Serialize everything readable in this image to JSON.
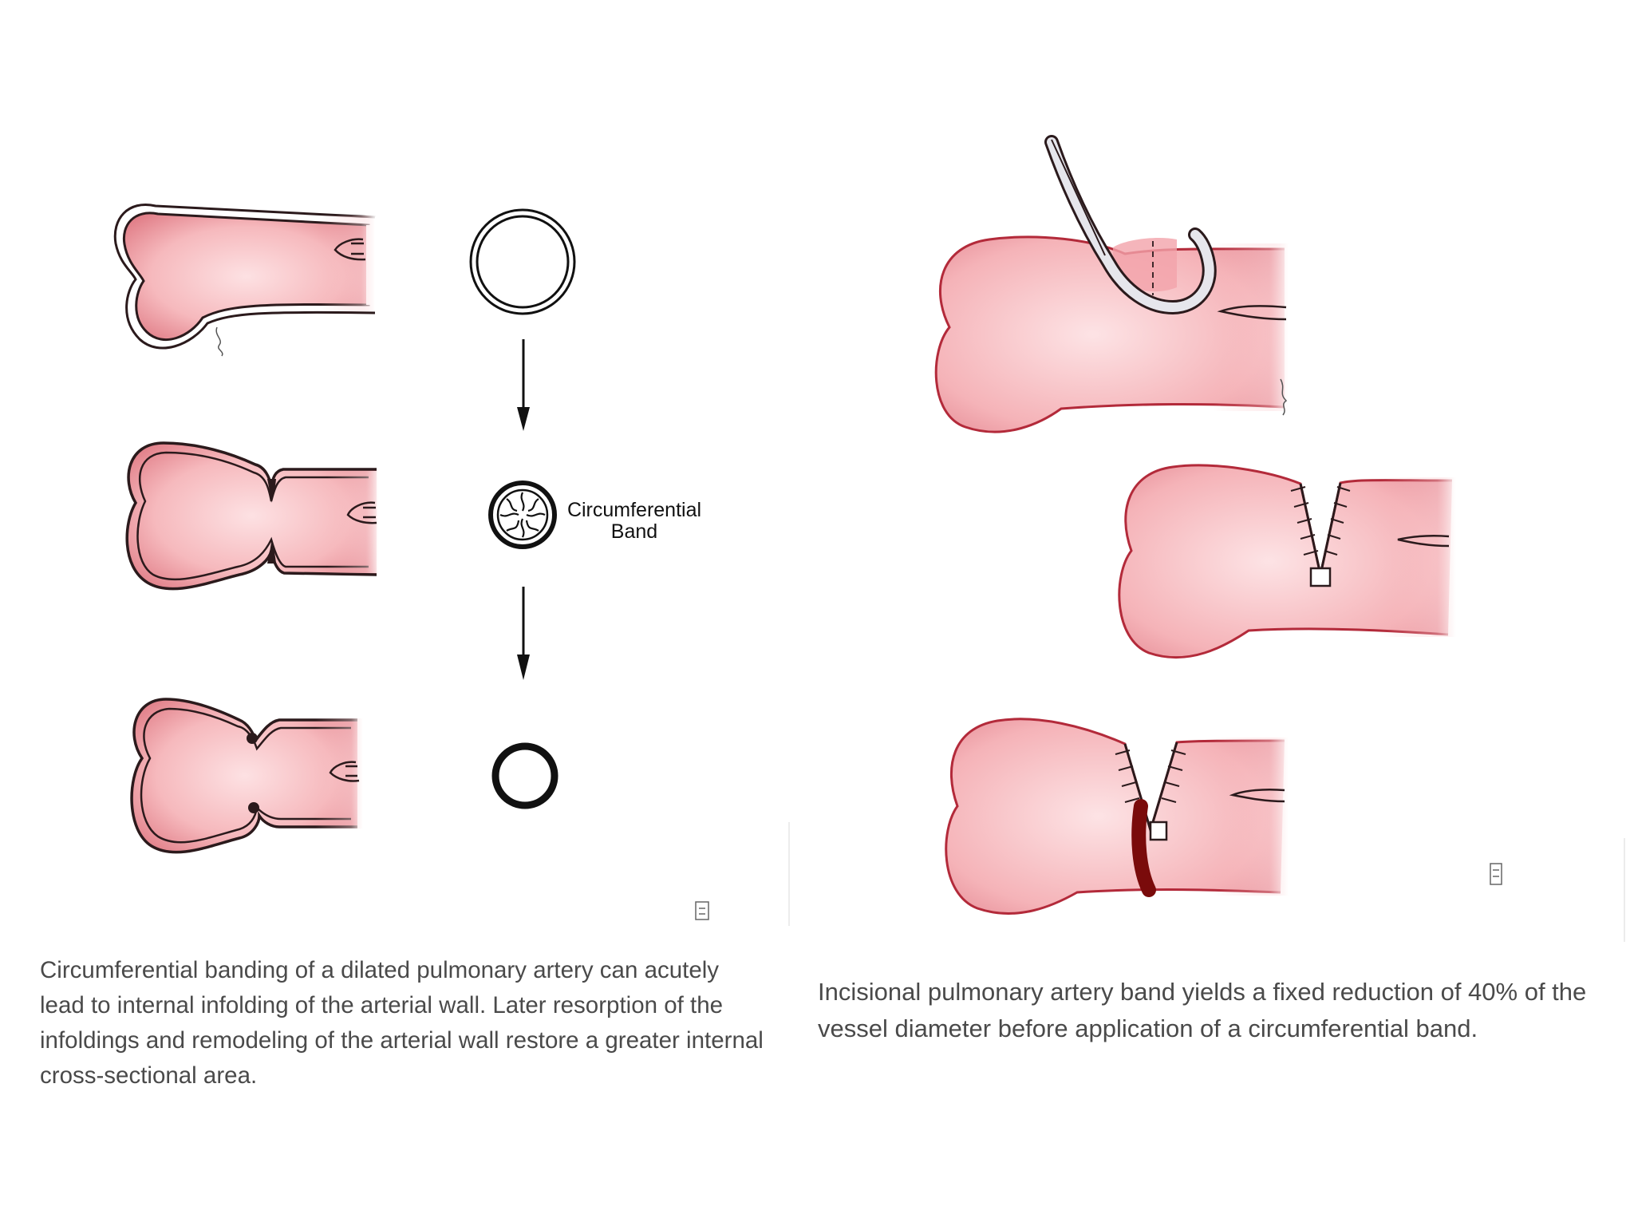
{
  "figure": {
    "band_label": {
      "line1": "Circumferential",
      "line2": "Band"
    },
    "colors": {
      "vessel_fill": "#f6b9bd",
      "vessel_center": "#fde1e3",
      "vessel_edge": "#d86a73",
      "outline": "#2b1a1c",
      "band": "#7a0b0b",
      "clamp": "#e5e5ea",
      "background": "#ffffff"
    },
    "icons": [
      "arrow-down-icon",
      "ring-icon",
      "watermark-icon",
      "clamp-icon",
      "suture-icon"
    ]
  },
  "captions": {
    "left": "Circumferential banding of a dilated pulmonary artery can acutely lead to internal infolding of the arterial wall. Later resorption of the infoldings and remodeling of the arterial wall restore a greater internal cross-sectional area.",
    "right": "Incisional pulmonary artery band yields a fixed reduction of 40% of the vessel diameter before application of a circumferential band."
  }
}
